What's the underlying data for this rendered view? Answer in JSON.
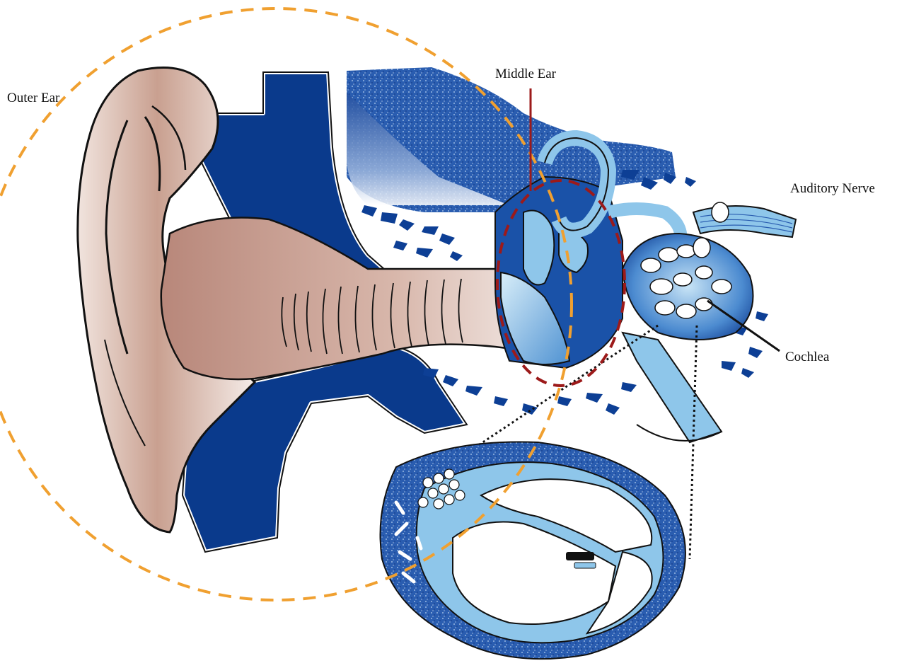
{
  "labels": {
    "outer_ear": "Outer Ear",
    "middle_ear": "Middle Ear",
    "auditory_nerve": "Auditory Nerve",
    "cochlea": "Cochlea"
  },
  "colors": {
    "outer_ear_circle": "#f0a030",
    "middle_ear_circle": "#9c1a1a",
    "bone_blue": "#0a3a8c",
    "light_blue": "#8ec6ea",
    "skin": "#c9a090"
  },
  "icons": {
    "outer_ear_region": "dashed-orange-circle",
    "middle_ear_region": "dashed-red-oval",
    "cochlea_cross_section": "cochlea-cross-section-illustration"
  }
}
